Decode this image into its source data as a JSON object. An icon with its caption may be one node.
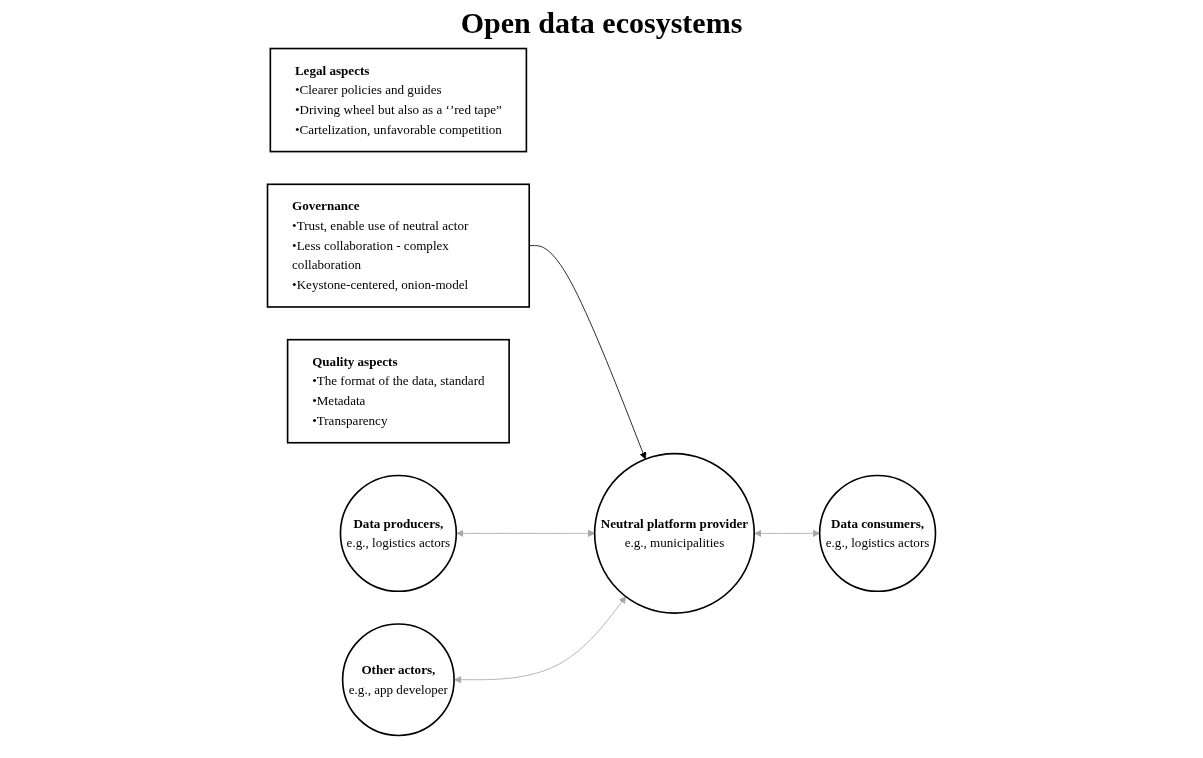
{
  "diagram": {
    "title": "Open data ecosystems",
    "nodes": [
      {
        "text": [
          "Legal aspects",
          "•Clearer policies and guides",
          "•Driving wheel but also as a ‘’red tape”",
          "•Cartelization, unfavorable competition"
        ]
      },
      {
        "text": [
          "Governance",
          "•Trust, enable use of neutral actor",
          "•Less collaboration - complex collaboration",
          "•Keystone-centered, onion-model"
        ]
      },
      {
        "text": [
          "Quality aspects",
          "•The format of the data, standard",
          "•Metadata",
          "•Transparency"
        ]
      },
      {
        "text": [
          "Data producers,",
          "e.g., logistics actors"
        ]
      },
      {
        "text": [
          "Neutral platform provider",
          "e.g., municipalities"
        ]
      },
      {
        "text": [
          "Other actors,",
          "e.g., app developer"
        ]
      },
      {
        "text": [
          "Data consumers,",
          "e.g., logistics actors"
        ]
      }
    ],
    "edges": [
      {
        "from": 1,
        "to": 4,
        "arrow": "to",
        "color": "#000000"
      },
      {
        "from": 3,
        "to": 4,
        "arrow": "both",
        "color": "#a6a6a6"
      },
      {
        "from": 5,
        "to": 4,
        "arrow": "both",
        "color": "#a6a6a6"
      },
      {
        "from": 4,
        "to": 6,
        "arrow": "both",
        "color": "#a6a6a6"
      }
    ]
  }
}
